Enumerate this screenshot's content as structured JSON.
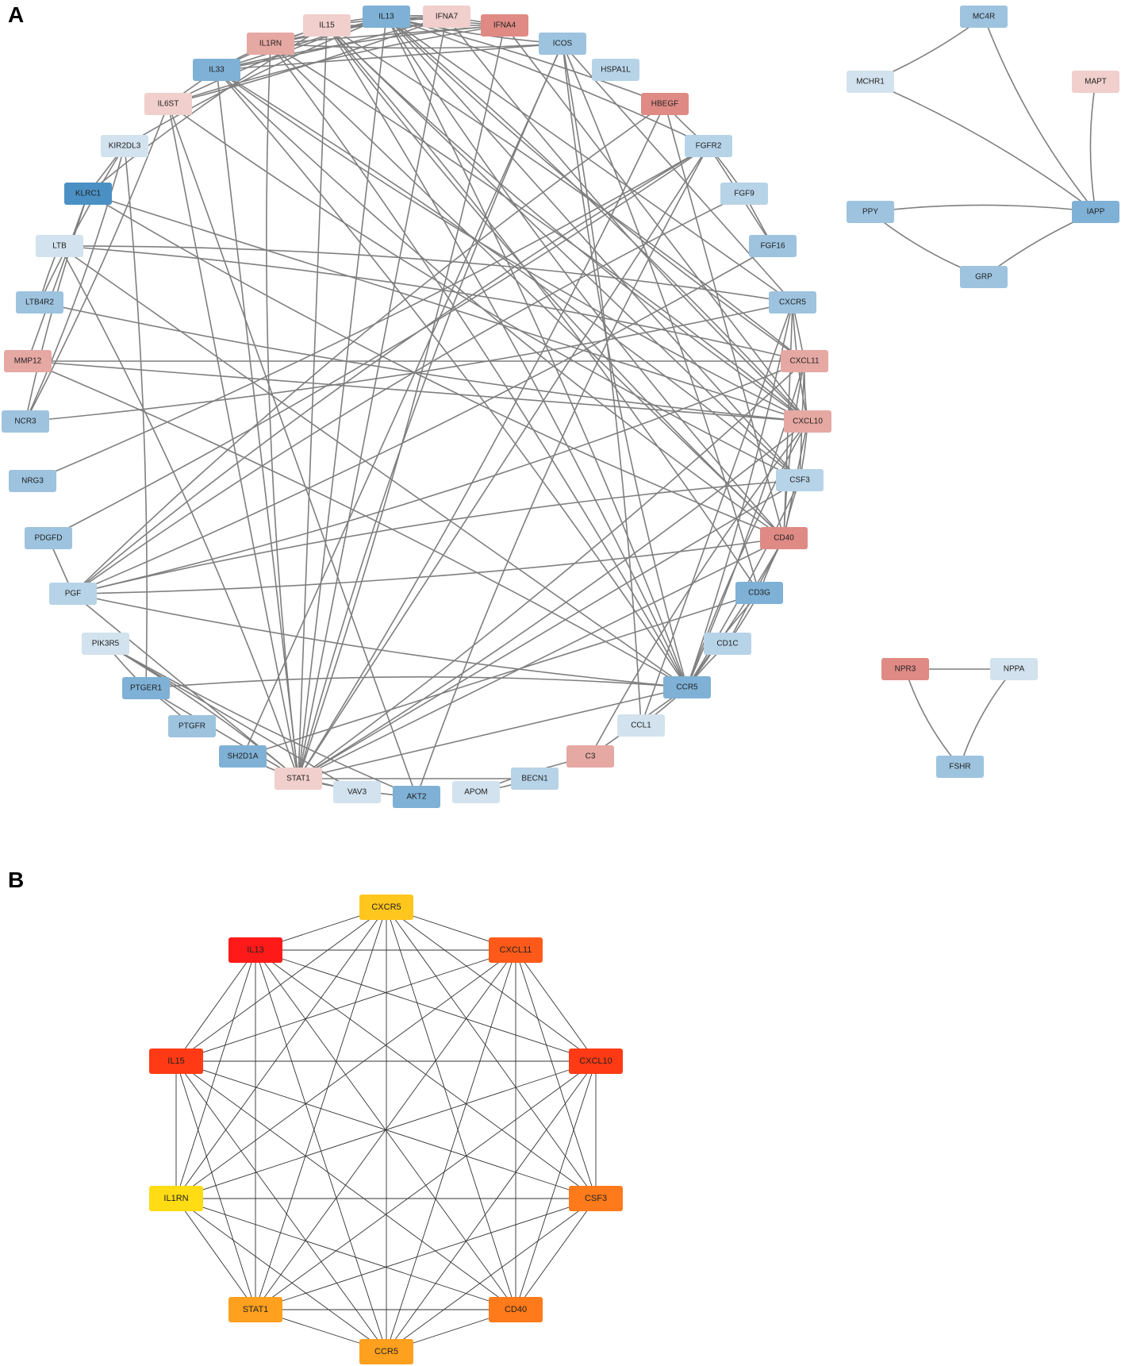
{
  "panels": {
    "a_label": "A",
    "b_label": "B"
  },
  "colors": {
    "blue_dark": "#4a90c4",
    "blue_mid": "#7fb1d6",
    "blue": "#9dc3df",
    "blue_light": "#b7d3e8",
    "blue_pale": "#d2e2ee",
    "red_mid": "#df8a84",
    "red_light": "#e6a8a2",
    "red_pale": "#f0cfcc",
    "rank_1": "#ff1a1a",
    "rank_2": "#ff3a15",
    "rank_3": "#ff5a1a",
    "rank_4": "#ff7a1a",
    "rank_5": "#ffa01e",
    "rank_6": "#ffc61e",
    "rank_7": "#ffdc14"
  },
  "network_a": {
    "nodes": [
      "IL15",
      "IL13",
      "IFNA7",
      "IFNA4",
      "ICOS",
      "HSPA1L",
      "HBEGF",
      "FGFR2",
      "FGF9",
      "FGF16",
      "CXCR5",
      "CXCL11",
      "CXCL10",
      "CSF3",
      "CD40",
      "CD3G",
      "CD1C",
      "CCR5",
      "CCL1",
      "C3",
      "BECN1",
      "APOM",
      "AKT2",
      "VAV3",
      "STAT1",
      "SH2D1A",
      "PTGFR",
      "PTGER1",
      "PIK3R5",
      "PGF",
      "PDGFD",
      "NRG3",
      "NCR3",
      "MMP12",
      "LTB4R2",
      "LTB",
      "KLRC1",
      "KIR2DL3",
      "IL6ST",
      "IL33",
      "IL1RN"
    ],
    "node_colors": {
      "IL15": "red_pale",
      "IL13": "blue_mid",
      "IFNA7": "red_pale",
      "IFNA4": "red_mid",
      "ICOS": "blue",
      "HSPA1L": "blue_light",
      "HBEGF": "red_mid",
      "FGFR2": "blue_light",
      "FGF9": "blue_light",
      "FGF16": "blue",
      "CXCR5": "blue",
      "CXCL11": "red_light",
      "CXCL10": "red_light",
      "CSF3": "blue_light",
      "CD40": "red_mid",
      "CD3G": "blue_mid",
      "CD1C": "blue_light",
      "CCR5": "blue_mid",
      "CCL1": "blue_pale",
      "C3": "red_light",
      "BECN1": "blue_light",
      "APOM": "blue_pale",
      "AKT2": "blue_mid",
      "VAV3": "blue_pale",
      "STAT1": "red_pale",
      "SH2D1A": "blue_mid",
      "PTGFR": "blue",
      "PTGER1": "blue_mid",
      "PIK3R5": "blue_pale",
      "PGF": "blue_light",
      "PDGFD": "blue",
      "NRG3": "blue",
      "NCR3": "blue",
      "MMP12": "red_light",
      "LTB4R2": "blue",
      "LTB": "blue_pale",
      "KLRC1": "blue_dark",
      "KIR2DL3": "blue_pale",
      "IL6ST": "red_pale",
      "IL33": "blue_mid",
      "IL1RN": "red_light"
    },
    "edges": [
      [
        "IL13",
        "IL15"
      ],
      [
        "IL13",
        "IFNA7"
      ],
      [
        "IL13",
        "IFNA4"
      ],
      [
        "IL13",
        "ICOS"
      ],
      [
        "IL13",
        "IL1RN"
      ],
      [
        "IL13",
        "IL33"
      ],
      [
        "IL13",
        "IL6ST"
      ],
      [
        "IL13",
        "HBEGF"
      ],
      [
        "IL13",
        "CXCR5"
      ],
      [
        "IL13",
        "CXCL11"
      ],
      [
        "IL13",
        "CXCL10"
      ],
      [
        "IL13",
        "CSF3"
      ],
      [
        "IL13",
        "CD40"
      ],
      [
        "IL13",
        "CCR5"
      ],
      [
        "IL13",
        "STAT1"
      ],
      [
        "IL13",
        "KIR2DL3"
      ],
      [
        "IL13",
        "FGFR2"
      ],
      [
        "IL15",
        "IL1RN"
      ],
      [
        "IL15",
        "IL33"
      ],
      [
        "IL15",
        "IFNA7"
      ],
      [
        "IL15",
        "IFNA4"
      ],
      [
        "IL15",
        "CXCL10"
      ],
      [
        "IL15",
        "CXCL11"
      ],
      [
        "IL15",
        "CSF3"
      ],
      [
        "IL15",
        "CD40"
      ],
      [
        "IL15",
        "CCR5"
      ],
      [
        "IL15",
        "STAT1"
      ],
      [
        "IL15",
        "KLRC1"
      ],
      [
        "IL15",
        "CD3G"
      ],
      [
        "IFNA7",
        "IFNA4"
      ],
      [
        "IFNA7",
        "IL1RN"
      ],
      [
        "IFNA7",
        "IL33"
      ],
      [
        "IFNA7",
        "STAT1"
      ],
      [
        "IFNA7",
        "CXCL10"
      ],
      [
        "IFNA7",
        "IL6ST"
      ],
      [
        "IFNA4",
        "IL1RN"
      ],
      [
        "IFNA4",
        "IL33"
      ],
      [
        "IFNA4",
        "STAT1"
      ],
      [
        "IFNA4",
        "CXCL10"
      ],
      [
        "IFNA4",
        "IL6ST"
      ],
      [
        "ICOS",
        "IL1RN"
      ],
      [
        "ICOS",
        "IL33"
      ],
      [
        "ICOS",
        "CCR5"
      ],
      [
        "ICOS",
        "CD3G"
      ],
      [
        "ICOS",
        "CXCR5"
      ],
      [
        "ICOS",
        "STAT1"
      ],
      [
        "ICOS",
        "CCL1"
      ],
      [
        "ICOS",
        "SH2D1A"
      ],
      [
        "IL1RN",
        "IL33"
      ],
      [
        "IL1RN",
        "CXCL10"
      ],
      [
        "IL1RN",
        "CD40"
      ],
      [
        "IL1RN",
        "STAT1"
      ],
      [
        "IL1RN",
        "CCR5"
      ],
      [
        "IL33",
        "IL6ST"
      ],
      [
        "IL33",
        "CXCL10"
      ],
      [
        "IL33",
        "CSF3"
      ],
      [
        "IL33",
        "STAT1"
      ],
      [
        "IL33",
        "CD40"
      ],
      [
        "IL33",
        "CCR5"
      ],
      [
        "IL6ST",
        "STAT1"
      ],
      [
        "IL6ST",
        "CSF3"
      ],
      [
        "IL6ST",
        "NCR3"
      ],
      [
        "IL6ST",
        "AKT2"
      ],
      [
        "HBEGF",
        "PGF"
      ],
      [
        "HBEGF",
        "STAT1"
      ],
      [
        "HBEGF",
        "CD40"
      ],
      [
        "HBEGF",
        "FGFR2"
      ],
      [
        "FGFR2",
        "FGF9"
      ],
      [
        "FGFR2",
        "FGF16"
      ],
      [
        "FGFR2",
        "PGF"
      ],
      [
        "FGFR2",
        "PDGFD"
      ],
      [
        "FGFR2",
        "STAT1"
      ],
      [
        "FGFR2",
        "AKT2"
      ],
      [
        "FGFR2",
        "NRG3"
      ],
      [
        "FGF9",
        "FGF16"
      ],
      [
        "FGF9",
        "PGF"
      ],
      [
        "FGF16",
        "PGF"
      ],
      [
        "CXCR5",
        "CXCL11"
      ],
      [
        "CXCR5",
        "CXCL10"
      ],
      [
        "CXCR5",
        "CCR5"
      ],
      [
        "CXCR5",
        "CD40"
      ],
      [
        "CXCR5",
        "LTB"
      ],
      [
        "CXCR5",
        "NCR3"
      ],
      [
        "CXCR5",
        "CCL1"
      ],
      [
        "CXCL11",
        "CXCL10"
      ],
      [
        "CXCL11",
        "CCR5"
      ],
      [
        "CXCL11",
        "CSF3"
      ],
      [
        "CXCL11",
        "CD40"
      ],
      [
        "CXCL11",
        "STAT1"
      ],
      [
        "CXCL11",
        "MMP12"
      ],
      [
        "CXCL11",
        "LTB"
      ],
      [
        "CXCL10",
        "CSF3"
      ],
      [
        "CXCL10",
        "CD40"
      ],
      [
        "CXCL10",
        "CCR5"
      ],
      [
        "CXCL10",
        "STAT1"
      ],
      [
        "CXCL10",
        "MMP12"
      ],
      [
        "CXCL10",
        "C3"
      ],
      [
        "CXCL10",
        "LTB4R2"
      ],
      [
        "CXCL10",
        "KLRC1"
      ],
      [
        "CSF3",
        "CD40"
      ],
      [
        "CSF3",
        "CCR5"
      ],
      [
        "CSF3",
        "STAT1"
      ],
      [
        "CSF3",
        "PGF"
      ],
      [
        "CD40",
        "CCR5"
      ],
      [
        "CD40",
        "STAT1"
      ],
      [
        "CD40",
        "CD3G"
      ],
      [
        "CD40",
        "PGF"
      ],
      [
        "CD40",
        "CD1C"
      ],
      [
        "CD3G",
        "CCR5"
      ],
      [
        "CD3G",
        "CD1C"
      ],
      [
        "CD3G",
        "SH2D1A"
      ],
      [
        "CD1C",
        "CCR5"
      ],
      [
        "CCR5",
        "CCL1"
      ],
      [
        "CCR5",
        "STAT1"
      ],
      [
        "CCR5",
        "PTGER1"
      ],
      [
        "CCR5",
        "PGF"
      ],
      [
        "CCR5",
        "C3"
      ],
      [
        "C3",
        "APOM"
      ],
      [
        "BECN1",
        "APOM"
      ],
      [
        "BECN1",
        "STAT1"
      ],
      [
        "STAT1",
        "AKT2"
      ],
      [
        "STAT1",
        "VAV3"
      ],
      [
        "STAT1",
        "PTGER1"
      ],
      [
        "STAT1",
        "PIK3R5"
      ],
      [
        "STAT1",
        "SH2D1A"
      ],
      [
        "STAT1",
        "PGF"
      ],
      [
        "STAT1",
        "LTB"
      ],
      [
        "AKT2",
        "PIK3R5"
      ],
      [
        "VAV3",
        "PIK3R5"
      ],
      [
        "PTGFR",
        "PTGER1"
      ],
      [
        "PTGER1",
        "PIK3R5"
      ],
      [
        "PGF",
        "PDGFD"
      ],
      [
        "PGF",
        "CXCL11"
      ],
      [
        "MMP12",
        "CCR5"
      ],
      [
        "MMP12",
        "KLRC1"
      ],
      [
        "NCR3",
        "KIR2DL3"
      ],
      [
        "NCR3",
        "KLRC1"
      ],
      [
        "LTB",
        "CCR5"
      ],
      [
        "LTB",
        "LTB4R2"
      ],
      [
        "LTB4R2",
        "KIR2DL3"
      ],
      [
        "KLRC1",
        "KIR2DL3"
      ],
      [
        "KLRC1",
        "CD40"
      ],
      [
        "KIR2DL3",
        "PTGER1"
      ]
    ]
  },
  "network_a2": {
    "nodes": [
      "MC4R",
      "MCHR1",
      "MAPT",
      "PPY",
      "IAPP",
      "GRP"
    ],
    "node_colors": {
      "MC4R": "blue",
      "MCHR1": "blue_pale",
      "MAPT": "red_pale",
      "PPY": "blue",
      "IAPP": "blue_mid",
      "GRP": "blue"
    },
    "edges": [
      [
        "MC4R",
        "MCHR1"
      ],
      [
        "MC4R",
        "IAPP"
      ],
      [
        "MCHR1",
        "IAPP"
      ],
      [
        "MAPT",
        "IAPP"
      ],
      [
        "PPY",
        "IAPP"
      ],
      [
        "PPY",
        "GRP"
      ],
      [
        "GRP",
        "IAPP"
      ]
    ]
  },
  "network_a3": {
    "nodes": [
      "NPR3",
      "NPPA",
      "FSHR"
    ],
    "node_colors": {
      "NPR3": "red_mid",
      "NPPA": "blue_pale",
      "FSHR": "blue"
    },
    "edges": [
      [
        "NPR3",
        "NPPA"
      ],
      [
        "NPR3",
        "FSHR"
      ],
      [
        "NPPA",
        "FSHR"
      ]
    ]
  },
  "network_b": {
    "nodes": [
      "CXCR5",
      "CXCL11",
      "CXCL10",
      "CSF3",
      "CD40",
      "CCR5",
      "STAT1",
      "IL1RN",
      "IL15",
      "IL13"
    ],
    "node_colors": {
      "CXCR5": "rank_6",
      "CXCL11": "rank_3",
      "CXCL10": "rank_2",
      "CSF3": "rank_4",
      "CD40": "rank_4",
      "CCR5": "rank_5",
      "STAT1": "rank_5",
      "IL1RN": "rank_7",
      "IL15": "rank_2",
      "IL13": "rank_1"
    }
  }
}
